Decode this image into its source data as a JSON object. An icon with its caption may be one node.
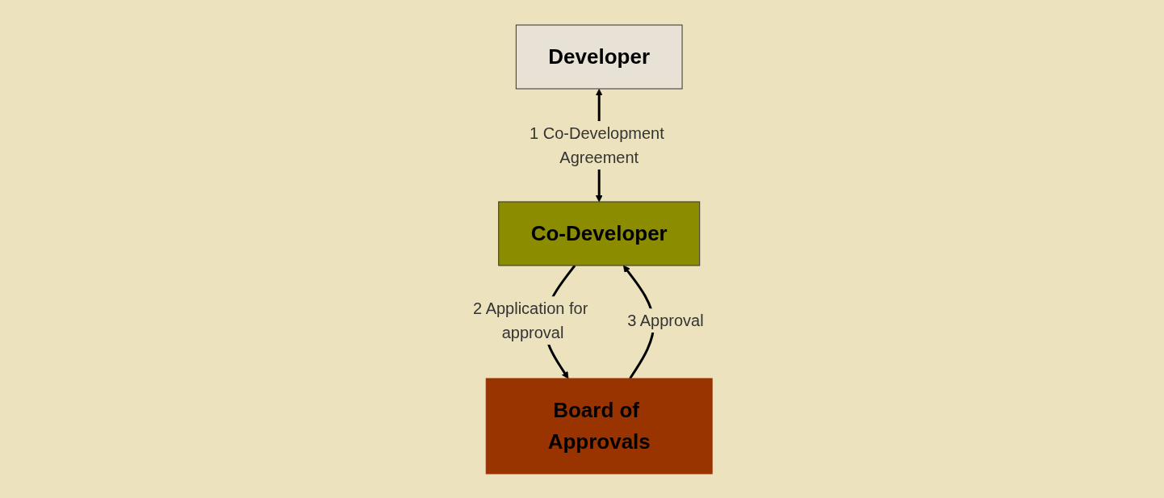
{
  "diagram": {
    "nodes": [
      {
        "text": [
          "Developer"
        ]
      },
      {
        "text": [
          "Co-Developer"
        ]
      },
      {
        "text": [
          "Board of Approvals"
        ]
      }
    ],
    "edges": [
      {
        "from": 0,
        "to": 1,
        "arrow": "both",
        "label": "1 Co-Development Agreement"
      },
      {
        "from": 1,
        "to": 2,
        "arrow": "to",
        "label": "2 Application for approval"
      },
      {
        "from": 2,
        "to": 1,
        "arrow": "to",
        "label": "3 Approval"
      }
    ]
  }
}
